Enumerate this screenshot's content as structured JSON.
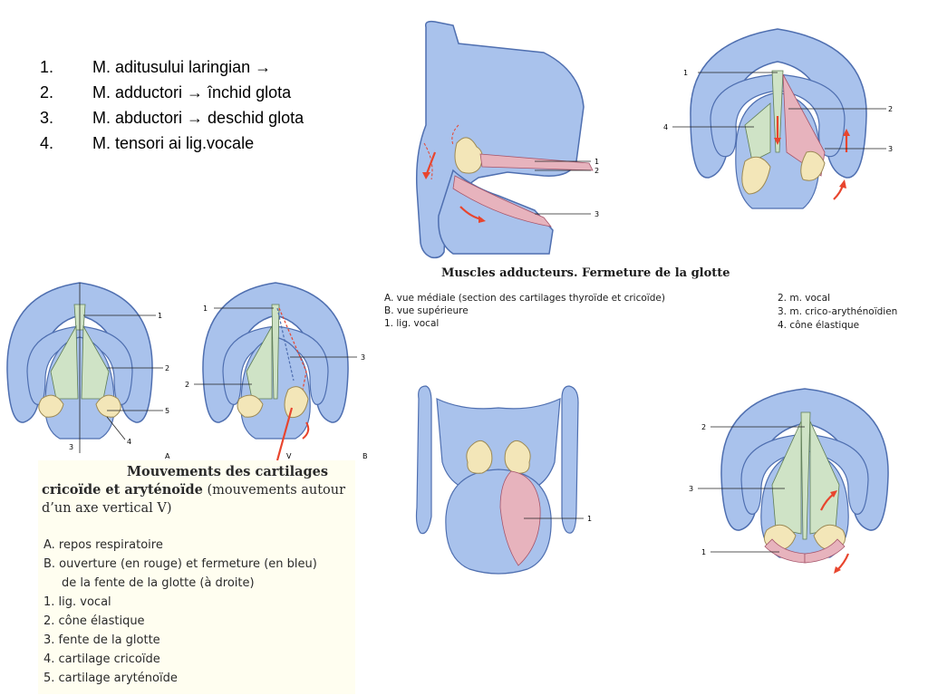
{
  "list": {
    "items": [
      {
        "num": "1.",
        "text": "M. aditusului laringian →"
      },
      {
        "num": "2.",
        "text": "M. adductori → închid glota"
      },
      {
        "num": "3.",
        "text": "M. abductori → deschid glota"
      },
      {
        "num": "4.",
        "text": "M. tensori ai lig.vocale"
      }
    ]
  },
  "figure_top": {
    "title": "Muscles adducteurs. Fermeture de la glotte",
    "items": [
      "A. vue médiale (section des cartilages thyroïde et cricoïde)",
      "B. vue supérieure",
      "1. lig. vocal"
    ],
    "right_items": [
      "2. m. vocal",
      "3. m. crico-arythénoïdien",
      "4. cône élastique"
    ],
    "labels_a": [
      "1",
      "2",
      "3"
    ],
    "labels_b": [
      "1",
      "2",
      "3",
      "4"
    ]
  },
  "figure_left": {
    "title_bold": "Mouvements des cartilages",
    "title_bold2": "cricoïde et aryténoïde",
    "title_rest": "(mouvements autour",
    "title_line3": "d’un axe vertical V)",
    "items": [
      "A. repos respiratoire",
      "B. ouverture (en rouge) et fermeture (en bleu)",
      "de la fente de la glotte (à droite)",
      "1. lig. vocal",
      "2. cône élastique",
      "3. fente de la glotte",
      "4. cartilage cricoïde",
      "5. cartilage aryténoïde"
    ],
    "labels_a": [
      "1",
      "2",
      "5",
      "4",
      "3"
    ],
    "labels_b": [
      "1",
      "2",
      "3"
    ],
    "panel_a": "A",
    "panel_b": "B",
    "axis": "V"
  },
  "figure_bottom_right": {
    "labels": [
      "1"
    ],
    "labels_b": [
      "2",
      "3",
      "1"
    ]
  },
  "colors": {
    "cartilage_blue": "#a9c2ec",
    "cartilage_stroke": "#4f6fb0",
    "muscle_green": "#cfe3c6",
    "muscle_red": "#e7b3bd",
    "bone_cream": "#f3e6b8",
    "arrow_red": "#e8452e"
  }
}
